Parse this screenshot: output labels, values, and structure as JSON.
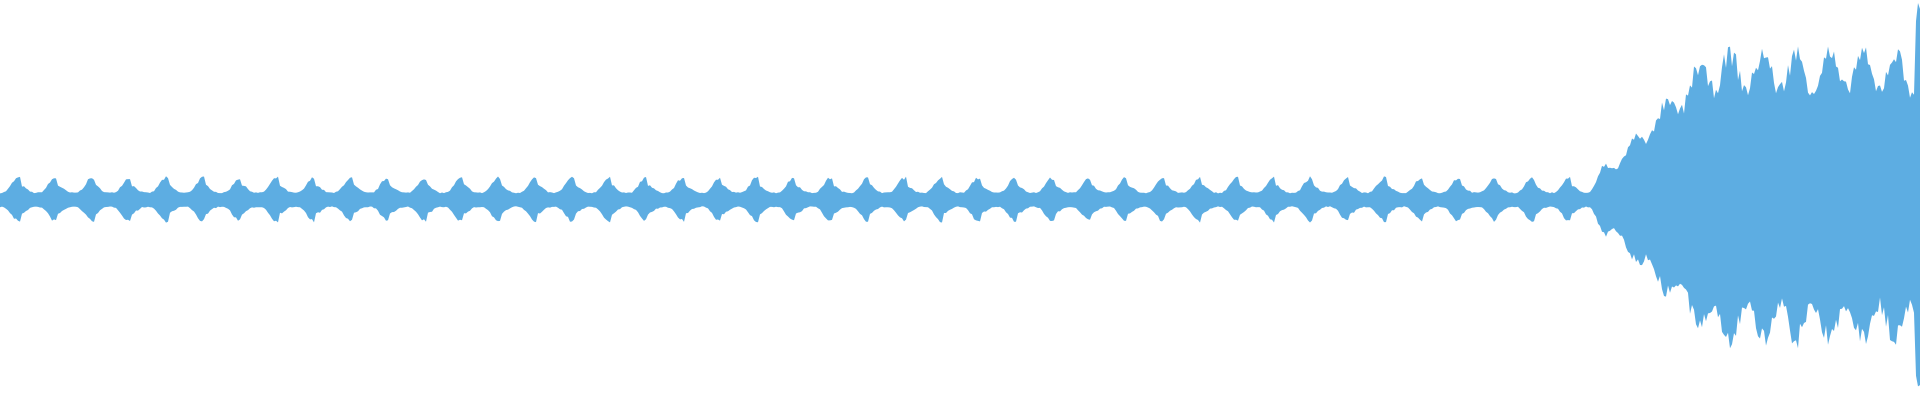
{
  "waveform": {
    "color": "#5dade2",
    "background": "#ffffff",
    "profile": {
      "quiet_pulse_count": 52,
      "quiet_amplitude_peak": 0.055,
      "quiet_amplitude_base": 0.018,
      "loud_start_fraction": 0.828,
      "loud_ramp_fraction": 0.062,
      "loud_amplitude": 0.32,
      "loud_ripple_count": 10,
      "loud_ripple_depth": 0.045,
      "end_spike_amplitude": 0.46
    }
  }
}
